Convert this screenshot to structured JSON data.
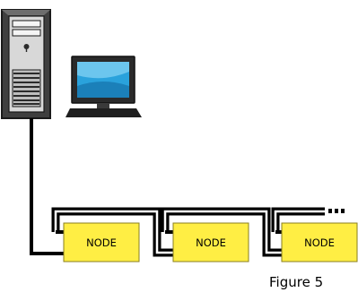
{
  "caption": "Figure 5",
  "nodes": [
    {
      "label": "NODE"
    },
    {
      "label": "NODE"
    },
    {
      "label": "NODE"
    }
  ],
  "colors": {
    "node_fill": "#ffee44",
    "node_stroke": "#8a7f1f",
    "wire": "#000000",
    "tower_body": "#4d4d4d",
    "tower_face": "#d9d9d9",
    "screen": "#2aa2dc"
  },
  "icons": [
    "server-tower-icon",
    "desktop-monitor-icon"
  ],
  "continuation": "more-nodes-ellipsis"
}
